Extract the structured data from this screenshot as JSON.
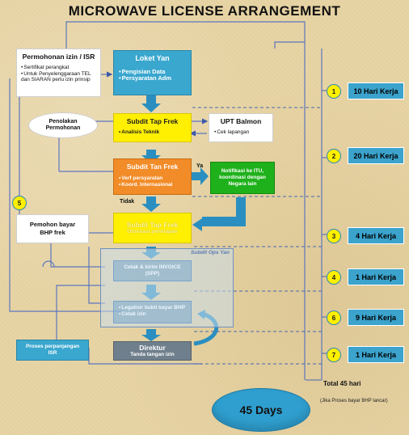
{
  "title": "MICROWAVE  LICENSE ARRANGEMENT",
  "boxes": {
    "permohonan": {
      "title": "Permohonan izin / ISR",
      "items": [
        "Sertifikat perangkat",
        "Untuk Penyelenggaraan TEL dan SIARAN perlu izin prinsip"
      ]
    },
    "loket_yan": {
      "title": "Loket Yan",
      "items": [
        "Pengisian Data",
        "Persyaratan Adm"
      ]
    },
    "penolakan": {
      "title": "Penolakan Permohonan"
    },
    "subdit_tap_frek_1": {
      "title": "Subdit Tap Frek",
      "items": [
        "Analisis Teknik"
      ]
    },
    "upt_balmon": {
      "title": "UPT Balmon",
      "items": [
        "Cek lapangan"
      ]
    },
    "subdit_tan_frek": {
      "title": "Subdit Tan Frek",
      "items": [
        "Verf persyaratan",
        "Koord. Internasional"
      ]
    },
    "notifikasi": {
      "text": "Notifikasi ke ITU, koordinasi dengan Negara lain"
    },
    "pemohon_bayar": {
      "title": "Pemohon bayar BHP frek"
    },
    "subdit_tap_frek_2": {
      "title": "Subdit Tap Frek",
      "sub": "Otorisasi penetapan"
    },
    "subdit_ops_yan": {
      "title": "Subdit Ops Yan"
    },
    "cetak_kirim": {
      "title": "Cetak & kirim INVOICE",
      "sub": "(SPP)"
    },
    "legalisir": {
      "items": [
        "Legalisir bukti bayar BHP",
        "Cetak izin"
      ]
    },
    "proses_perpanjangan": {
      "title": "Proses perpanjangan ISR"
    },
    "direktur": {
      "title": "Direktur",
      "sub": "Tanda tangan izin"
    }
  },
  "labels": {
    "ya": "Ya",
    "tidak": "Tidak"
  },
  "steps": [
    {
      "number": "1",
      "duration": "10 Hari Kerja"
    },
    {
      "number": "2",
      "duration": "20 Hari Kerja"
    },
    {
      "number": "3",
      "duration": "4 Hari Kerja"
    },
    {
      "number": "4",
      "duration": "1 Hari Kerja"
    },
    {
      "number": "6",
      "duration": "9 Hari Kerja"
    },
    {
      "number": "7",
      "duration": "1 Hari Kerja"
    }
  ],
  "step5": "5",
  "total": {
    "label": "Total 45 hari",
    "days": "45 Days",
    "note": "(Jika Proses bayar BHP lancar)"
  },
  "colors": {
    "blue": "#3aa7cf",
    "yellow": "#ffef00",
    "orange": "#f28c28",
    "green": "#1fb11b",
    "line": "#5070b8",
    "arrow": "#2a8fc0"
  }
}
